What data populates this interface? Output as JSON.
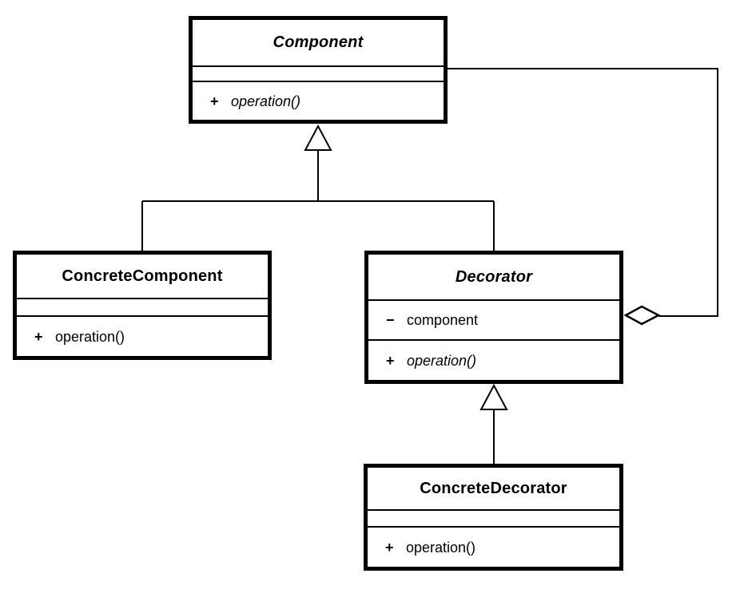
{
  "diagram": {
    "kind": "uml-class-diagram",
    "colors": {
      "line": "#000000",
      "fill": "#ffffff",
      "text": "#000000"
    }
  },
  "classes": {
    "component": {
      "name": "Component",
      "abstract": true,
      "attributes": [],
      "operations": [
        {
          "visibility": "+",
          "signature": "operation()",
          "abstract": true
        }
      ]
    },
    "concrete_component": {
      "name": "ConcreteComponent",
      "abstract": false,
      "attributes": [],
      "operations": [
        {
          "visibility": "+",
          "signature": "operation()",
          "abstract": false
        }
      ]
    },
    "decorator": {
      "name": "Decorator",
      "abstract": true,
      "attributes": [
        {
          "visibility": "−",
          "name": "component"
        }
      ],
      "operations": [
        {
          "visibility": "+",
          "signature": "operation()",
          "abstract": true
        }
      ]
    },
    "concrete_decorator": {
      "name": "ConcreteDecorator",
      "abstract": false,
      "attributes": [],
      "operations": [
        {
          "visibility": "+",
          "signature": "operation()",
          "abstract": false
        }
      ]
    }
  },
  "relationships": [
    {
      "type": "generalization",
      "from": "ConcreteComponent",
      "to": "Component"
    },
    {
      "type": "generalization",
      "from": "Decorator",
      "to": "Component"
    },
    {
      "type": "generalization",
      "from": "ConcreteDecorator",
      "to": "Decorator"
    },
    {
      "type": "aggregation",
      "owner": "Decorator",
      "part": "Component"
    }
  ]
}
